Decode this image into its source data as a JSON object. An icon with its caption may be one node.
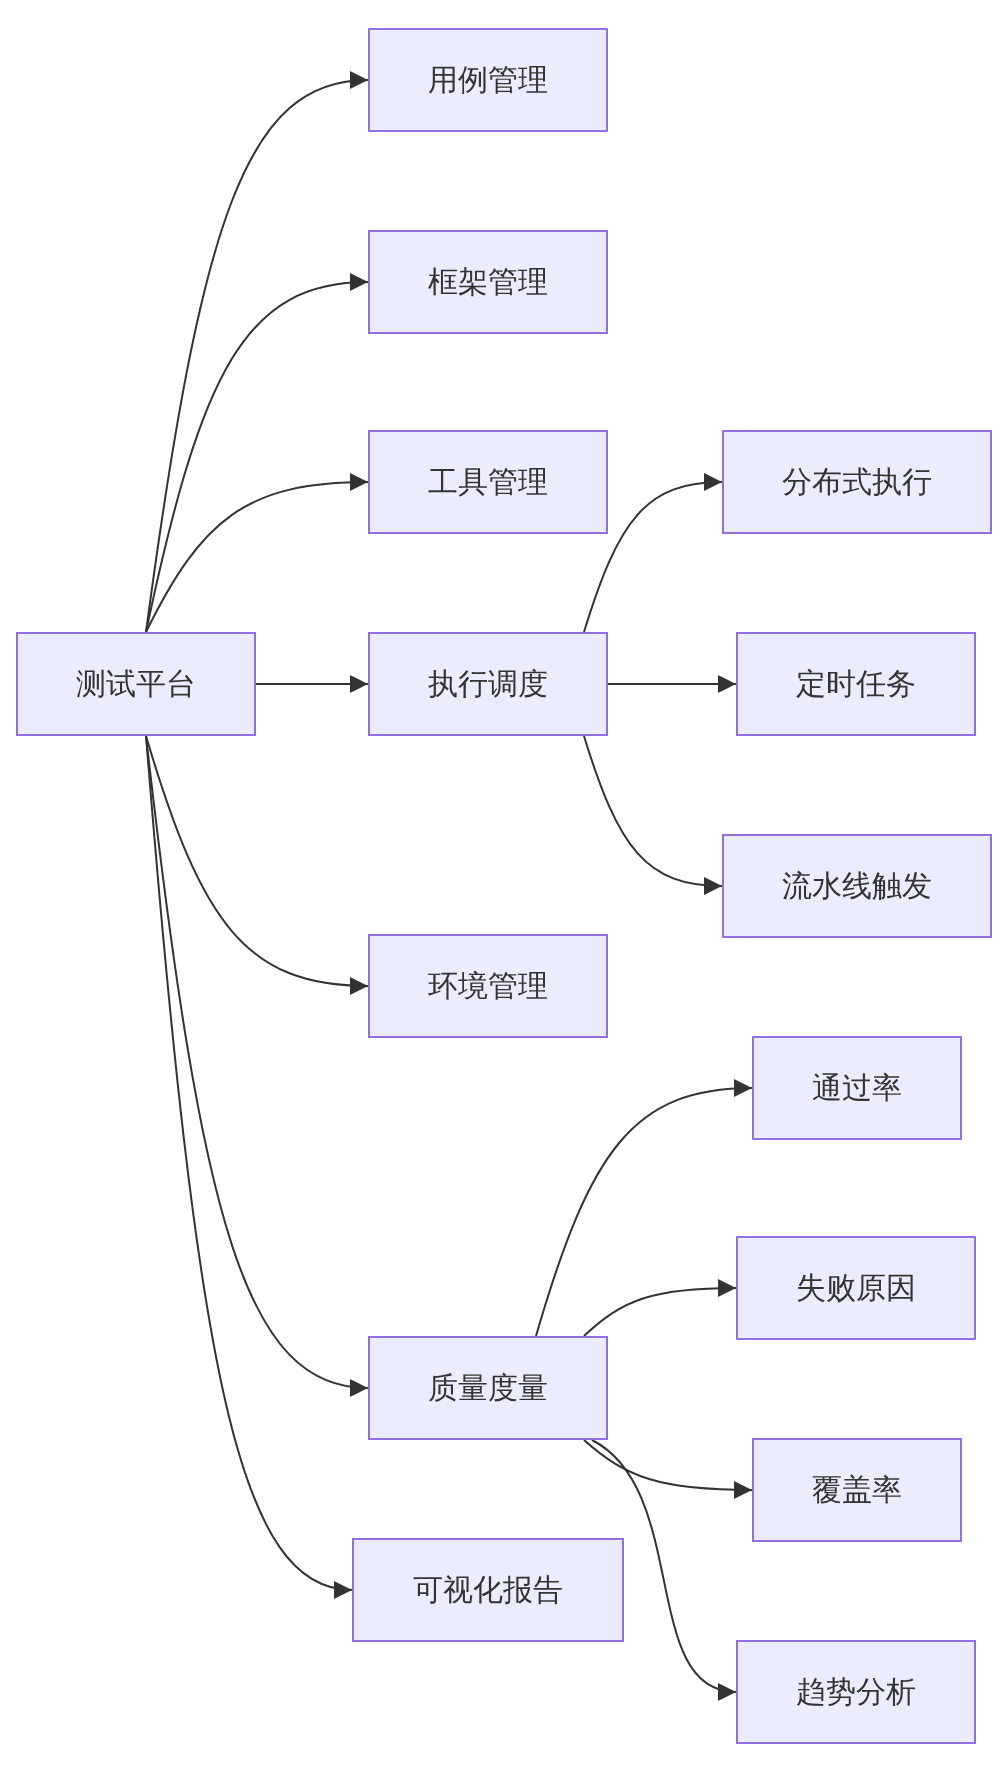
{
  "diagram": {
    "nodes": [
      {
        "text": [
          "测试平台"
        ]
      },
      {
        "text": [
          "用例管理"
        ]
      },
      {
        "text": [
          "框架管理"
        ]
      },
      {
        "text": [
          "工具管理"
        ]
      },
      {
        "text": [
          "执行调度"
        ]
      },
      {
        "text": [
          "分布式执行"
        ]
      },
      {
        "text": [
          "定时任务"
        ]
      },
      {
        "text": [
          "流水线触发"
        ]
      },
      {
        "text": [
          "环境管理"
        ]
      },
      {
        "text": [
          "质量度量"
        ]
      },
      {
        "text": [
          "通过率"
        ]
      },
      {
        "text": [
          "失败原因"
        ]
      },
      {
        "text": [
          "覆盖率"
        ]
      },
      {
        "text": [
          "可视化报告"
        ]
      },
      {
        "text": [
          "趋势分析"
        ]
      }
    ],
    "edges": [
      {
        "from": 0,
        "to": 1,
        "arrow": "to"
      },
      {
        "from": 0,
        "to": 2,
        "arrow": "to"
      },
      {
        "from": 0,
        "to": 3,
        "arrow": "to"
      },
      {
        "from": 0,
        "to": 4,
        "arrow": "to"
      },
      {
        "from": 0,
        "to": 8,
        "arrow": "to"
      },
      {
        "from": 0,
        "to": 9,
        "arrow": "to"
      },
      {
        "from": 0,
        "to": 13,
        "arrow": "to"
      },
      {
        "from": 4,
        "to": 5,
        "arrow": "to"
      },
      {
        "from": 4,
        "to": 6,
        "arrow": "to"
      },
      {
        "from": 4,
        "to": 7,
        "arrow": "to"
      },
      {
        "from": 9,
        "to": 10,
        "arrow": "to"
      },
      {
        "from": 9,
        "to": 11,
        "arrow": "to"
      },
      {
        "from": 9,
        "to": 12,
        "arrow": "to"
      },
      {
        "from": 9,
        "to": 14,
        "arrow": "to"
      }
    ]
  }
}
